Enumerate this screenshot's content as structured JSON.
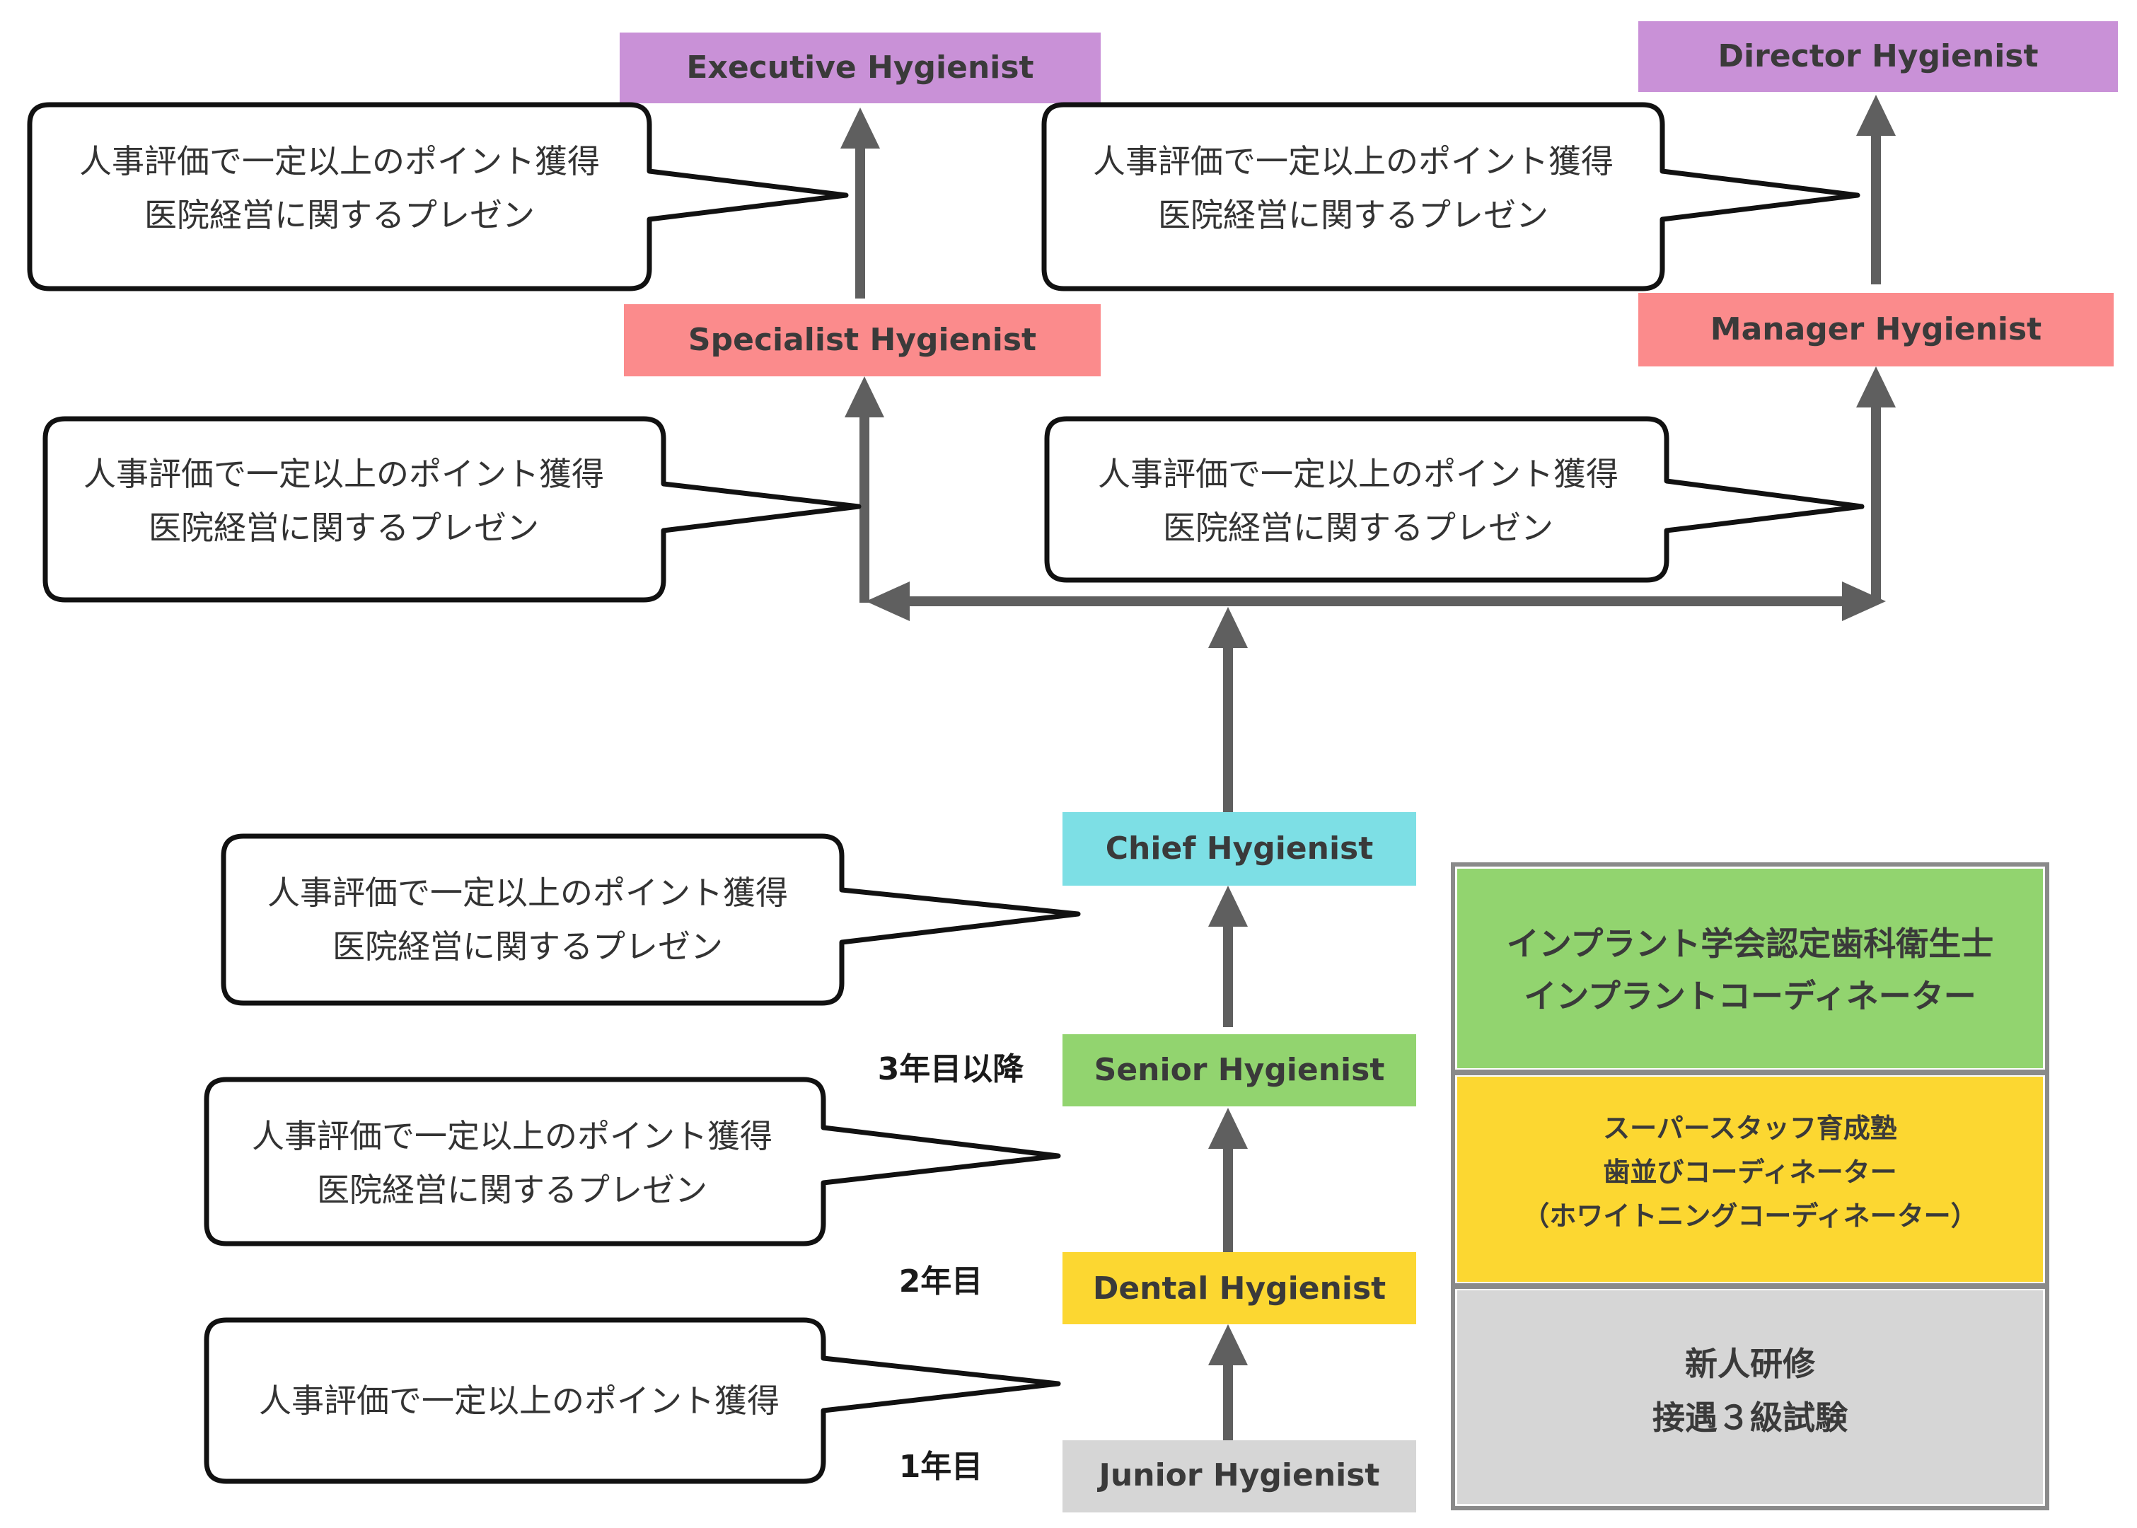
{
  "colors": {
    "arrow": "#5f5f5f",
    "executive": "#c991d7",
    "specialist": "#fb8b8c",
    "chief": "#7ddfe5",
    "senior": "#92d46f",
    "dental": "#fcd731",
    "junior": "#d6d6d6",
    "bubble_border": "#111111"
  },
  "roles": {
    "executive": "Executive Hygienist",
    "director": "Director Hygienist",
    "specialist": "Specialist Hygienist",
    "manager": "Manager Hygienist",
    "chief": "Chief Hygienist",
    "senior": "Senior Hygienist",
    "dental": "Dental Hygienist",
    "junior": "Junior Hygienist"
  },
  "bubbles": {
    "to_executive": [
      "人事評価で一定以上のポイント獲得",
      "医院経営に関するプレゼン"
    ],
    "to_director": [
      "人事評価で一定以上のポイント獲得",
      "医院経営に関するプレゼン"
    ],
    "to_specialist": [
      "人事評価で一定以上のポイント獲得",
      "医院経営に関するプレゼン"
    ],
    "to_manager": [
      "人事評価で一定以上のポイント獲得",
      "医院経営に関するプレゼン"
    ],
    "to_chief": [
      "人事評価で一定以上のポイント獲得",
      "医院経営に関するプレゼン"
    ],
    "to_senior": [
      "人事評価で一定以上のポイント獲得",
      "医院経営に関するプレゼン"
    ],
    "to_dental": [
      "人事評価で一定以上のポイント獲得"
    ]
  },
  "years": {
    "senior": "3年目以降",
    "dental": "2年目",
    "junior": "1年目"
  },
  "panels": {
    "implant": [
      "インプラント学会認定歯科衛生士",
      "インプラントコーディネーター"
    ],
    "staff": [
      "スーパースタッフ育成塾",
      "歯並びコーディネーター",
      "（ホワイトニングコーディネーター）"
    ],
    "newcomer": [
      "新人研修",
      "接遇３級試験"
    ]
  }
}
